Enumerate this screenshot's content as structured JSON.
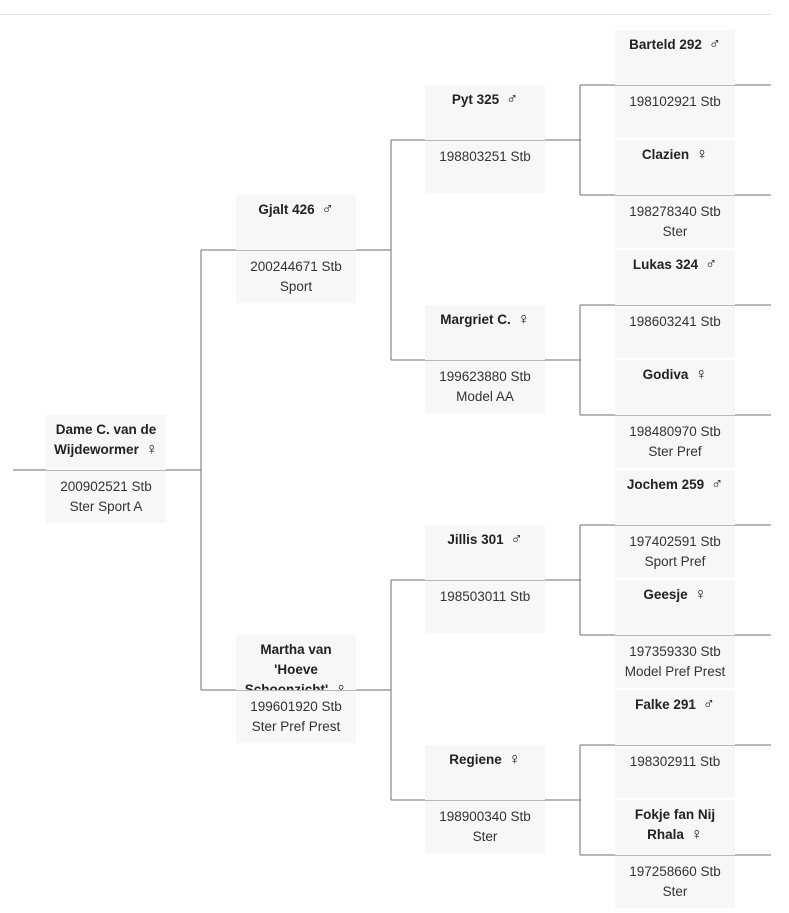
{
  "symbols": {
    "male": "♂",
    "female": "♀"
  },
  "subject": {
    "name": "Dame C. van de Wijdewormer",
    "sex": "female",
    "reg": "200902521 Stb",
    "pred": "Ster Sport A"
  },
  "sire": {
    "name": "Gjalt 426",
    "sex": "male",
    "reg": "200244671 Stb",
    "pred": "Sport"
  },
  "dam": {
    "name": "Martha van 'Hoeve Schoonzicht'",
    "sex": "female",
    "reg": "199601920 Stb",
    "pred": "Ster Pref Prest"
  },
  "sire_sire": {
    "name": "Pyt 325",
    "sex": "male",
    "reg": "198803251 Stb",
    "pred": ""
  },
  "sire_dam": {
    "name": "Margriet C.",
    "sex": "female",
    "reg": "199623880 Stb",
    "pred": "Model AA"
  },
  "dam_sire": {
    "name": "Jillis 301",
    "sex": "male",
    "reg": "198503011 Stb",
    "pred": ""
  },
  "dam_dam": {
    "name": "Regiene",
    "sex": "female",
    "reg": "198900340 Stb",
    "pred": "Ster"
  },
  "ss_sire": {
    "name": "Barteld 292",
    "sex": "male",
    "reg": "198102921 Stb",
    "pred": ""
  },
  "ss_dam": {
    "name": "Clazien",
    "sex": "female",
    "reg": "198278340 Stb",
    "pred": "Ster"
  },
  "sd_sire": {
    "name": "Lukas 324",
    "sex": "male",
    "reg": "198603241 Stb",
    "pred": ""
  },
  "sd_dam": {
    "name": "Godiva",
    "sex": "female",
    "reg": "198480970 Stb",
    "pred": "Ster Pref"
  },
  "ds_sire": {
    "name": "Jochem 259",
    "sex": "male",
    "reg": "197402591 Stb",
    "pred": "Sport Pref"
  },
  "ds_dam": {
    "name": "Geesje",
    "sex": "female",
    "reg": "197359330 Stb",
    "pred": "Model Pref Prest"
  },
  "dd_sire": {
    "name": "Falke 291",
    "sex": "male",
    "reg": "198302911 Stb",
    "pred": ""
  },
  "dd_dam": {
    "name": "Fokje fan Nij Rhala",
    "sex": "female",
    "reg": "197258660 Stb",
    "pred": "Ster"
  }
}
